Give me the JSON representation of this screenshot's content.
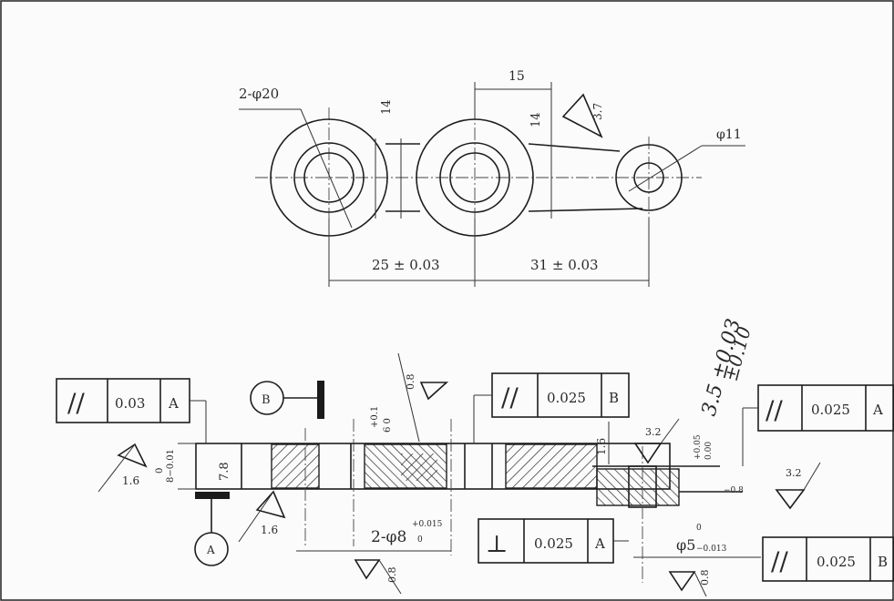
{
  "plan_view": {
    "hole_callout_left": "2-φ20",
    "thickness_left": "14",
    "width_top": "15",
    "thickness_right": "14",
    "roughness_top": "3.7",
    "hole_callout_right": "φ11",
    "dim_left": "25 ± 0.03",
    "dim_right": "31 ± 0.03"
  },
  "section_view": {
    "frame_top_left": {
      "symbol": "//",
      "value": "0.03",
      "datum": "A"
    },
    "frame_top_mid": {
      "symbol": "//",
      "value": "0.025",
      "datum": "B"
    },
    "frame_top_right": {
      "symbol": "//",
      "value": "0.025",
      "datum": "A"
    },
    "frame_bottom_mid": {
      "symbol": "⊥",
      "value": "0.025",
      "datum": "A"
    },
    "frame_bottom_right": {
      "symbol": "//",
      "value": "0.025",
      "datum": "B"
    },
    "datum_a": "A",
    "datum_b": "B",
    "roughness_left": "1.6",
    "roughness_left_low": "1.6",
    "roughness_center": "0.8",
    "roughness_mid": "1.6",
    "roughness_mid_tri": "3.2",
    "roughness_right": "3.2",
    "roughness_bottom_left": "0.8",
    "roughness_bottom_right": "0.8",
    "thickness_dim": "7.8",
    "tol_left_upper": "0",
    "tol_left_lower": "8−0.01",
    "center_tol_upper": "+0.1",
    "center_tol_lower": "6  0",
    "hole_callout_bottom": "2-φ8",
    "hole_tol_upper": "+0.015",
    "hole_tol_lower": "0",
    "shaft_callout": "φ5",
    "shaft_tol_upper": "0",
    "shaft_tol_lower": "−0.013",
    "small_dim_right": "−0.8",
    "vertical_tol_a": "+0.05",
    "vertical_tol_b": "0.00",
    "handwritten_1": "3.5 ±0.03",
    "handwritten_2": "±0.10"
  }
}
